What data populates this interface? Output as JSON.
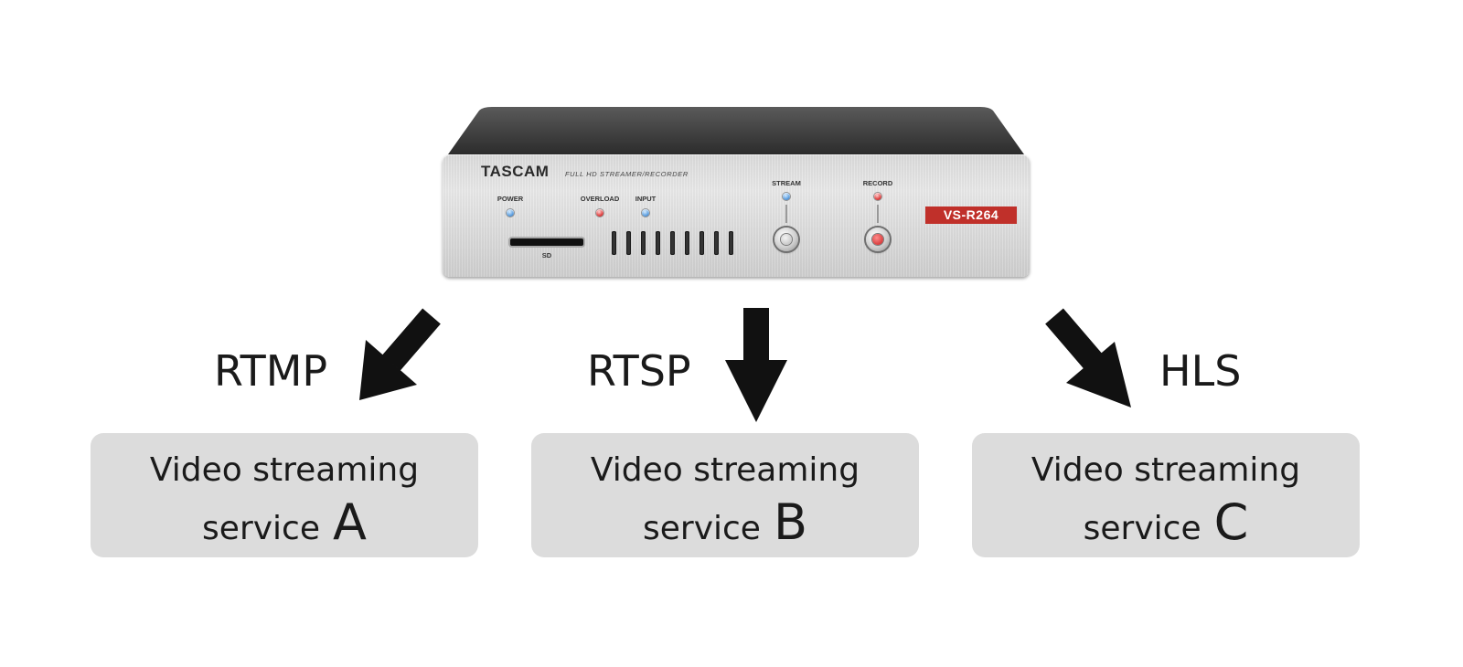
{
  "device": {
    "brand": "TASCAM",
    "tagline": "FULL HD STREAMER/RECORDER",
    "labels": {
      "power": "POWER",
      "overload": "OVERLOAD",
      "input": "INPUT",
      "stream": "STREAM",
      "record": "RECORD",
      "sd": "SD"
    },
    "model": "VS-R264",
    "colors": {
      "badge": "#c0302a",
      "led_blue": "#5d9fe0",
      "led_red": "#e04040"
    }
  },
  "flows": [
    {
      "protocol": "RTMP",
      "service_text": "Video streaming",
      "service_word": "service",
      "service_letter": "A"
    },
    {
      "protocol": "RTSP",
      "service_text": "Video streaming",
      "service_word": "service",
      "service_letter": "B"
    },
    {
      "protocol": "HLS",
      "service_text": "Video streaming",
      "service_word": "service",
      "service_letter": "C"
    }
  ],
  "colors": {
    "arrow": "#111111",
    "box": "#dcdcdc",
    "text": "#1a1a1a"
  }
}
